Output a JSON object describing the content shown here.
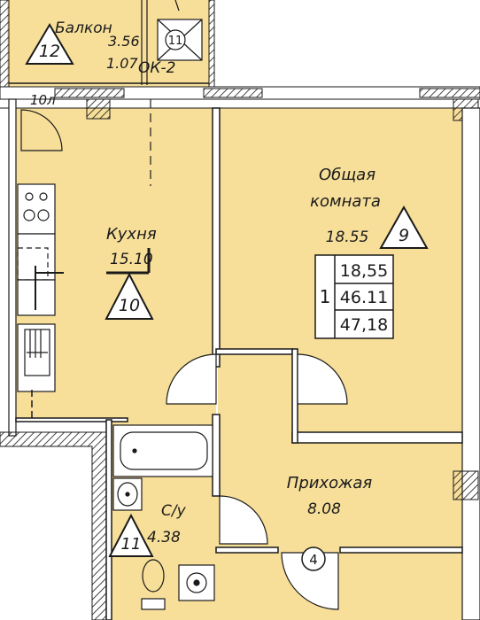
{
  "colors": {
    "floor": "#f7df9a",
    "wall": "#ffffff",
    "line": "#1a1a1a"
  },
  "rooms": {
    "balcony": {
      "name": "Балкон",
      "area": "3.56",
      "coef": "1.07",
      "tag": "12"
    },
    "kitchen": {
      "name": "Кухня",
      "area": "15.10",
      "tag": "10"
    },
    "living": {
      "name_line1": "Общая",
      "name_line2": "комната",
      "area": "18.55",
      "tag": "9"
    },
    "hall": {
      "name": "Прихожая",
      "area": "8.08",
      "tag": "4"
    },
    "bathroom": {
      "name": "С/у",
      "area": "4.38",
      "tag": "11"
    }
  },
  "markers": {
    "duct_tag": "11",
    "duct_label": "ОК-2",
    "ventilation_label": "10л"
  },
  "apartment_table": {
    "rooms_count": "1",
    "living_area": "18,55",
    "total_area": "46.11",
    "total_with_balcony": "47,18"
  },
  "icons": [
    "stove-icon",
    "sink-icon",
    "bathtub-icon",
    "washbasin-icon",
    "toilet-icon",
    "shower-drain-icon"
  ]
}
